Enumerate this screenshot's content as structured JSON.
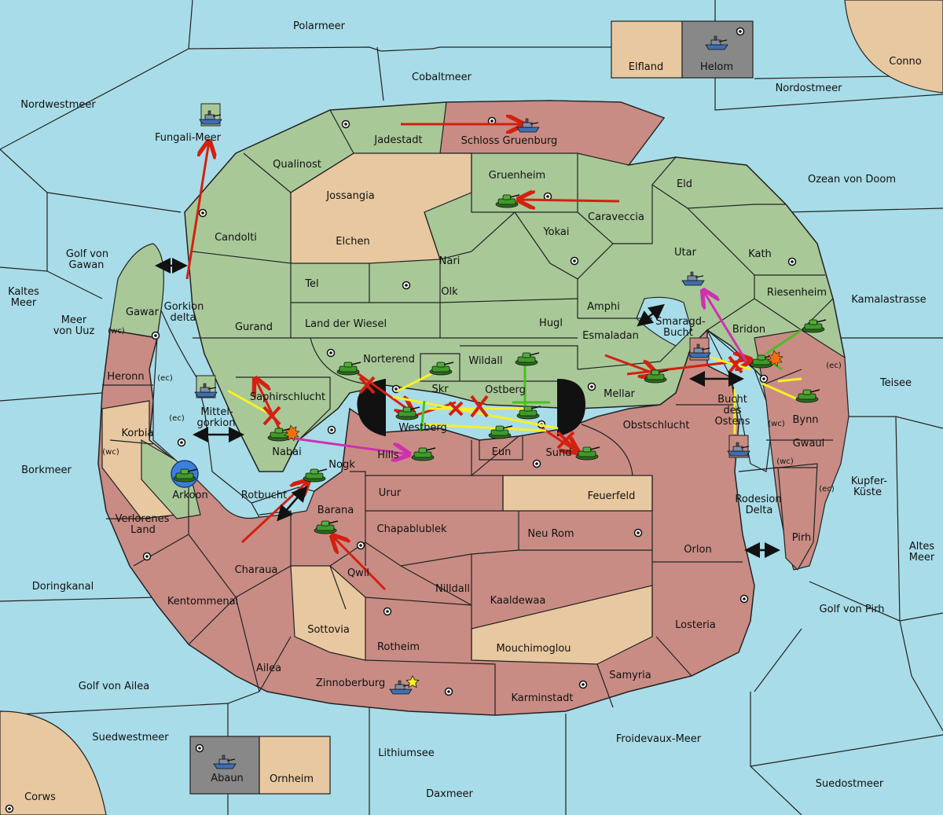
{
  "colors": {
    "sea": "#a8dce8",
    "neutral_land": "#e8c8a0",
    "green_power": "#a8c898",
    "red_power": "#c88c84",
    "grey_box": "#888888",
    "arrow_red": "#d42010",
    "arrow_yellow": "#f8f028",
    "arrow_green": "#48c020",
    "arrow_magenta": "#d030b0"
  },
  "icons": {
    "army": "tank-icon",
    "fleet": "battleship-icon",
    "supply": "supply-center-dot",
    "dislodged": "explosion-icon",
    "build": "star-icon"
  },
  "sea_labels": {
    "polarmeer": "Polarmeer",
    "cobaltmeer": "Cobaltmeer",
    "nordwestmeer": "Nordwestmeer",
    "fungali_meer": "Fungali-Meer",
    "nordostmeer": "Nordostmeer",
    "ozean_von_doom": "Ozean von Doom",
    "kamalastrasse": "Kamalastrasse",
    "golf_von_gawan_1": "Golf von",
    "golf_von_gawan_2": "Gawan",
    "kaltes_1": "Kaltes",
    "kaltes_2": "Meer",
    "uuz_1": "Meer",
    "uuz_2": "von Uuz",
    "gorkion_1": "Gorkion",
    "gorkion_2": "delta",
    "mittel_1": "Mittel-",
    "mittel_2": "gorkion",
    "borkmeer": "Borkmeer",
    "rotbucht": "Rotbucht",
    "smaragd_1": "Smaragd-",
    "smaragd_2": "Bucht",
    "bucht_1": "Bucht",
    "bucht_2": "des",
    "bucht_3": "Ostens",
    "teisee": "Teisee",
    "kupfer_1": "Kupfer-",
    "kupfer_2": "Küste",
    "rodesion_1": "Rodesion",
    "rodesion_2": "Delta",
    "altes_1": "Altes",
    "altes_2": "Meer",
    "golf_von_pirh": "Golf von Pirh",
    "doringkanal": "Doringkanal",
    "golf_von_ailea": "Golf von Ailea",
    "suedwestmeer": "Suedwestmeer",
    "lithiumsee": "Lithiumsee",
    "froidevaux": "Froidevaux-Meer",
    "suedostmeer": "Suedostmeer",
    "daxmeer": "Daxmeer",
    "corws": "Corws",
    "conno": "Conno"
  },
  "land_labels": {
    "elfland": "Elfland",
    "helom": "Helom",
    "abaun": "Abaun",
    "ornheim": "Ornheim",
    "jadestadt": "Jadestadt",
    "schloss": "Schloss Gruenburg",
    "qualinost": "Qualinost",
    "jossangia": "Jossangia",
    "gruenheim": "Gruenheim",
    "eld": "Eld",
    "candolti": "Candolti",
    "elchen": "Elchen",
    "nari": "Nari",
    "yokai": "Yokai",
    "caraveccia": "Caraveccia",
    "utar": "Utar",
    "kath": "Kath",
    "tel": "Tel",
    "olk": "Olk",
    "amphi": "Amphi",
    "riesenheim": "Riesenheim",
    "gawar": "Gawar",
    "gurand": "Gurand",
    "land_der_wiesel": "Land der Wiesel",
    "hugl": "Hugl",
    "esmaladan": "Esmaladan",
    "bridon": "Bridon",
    "heronn": "Heronn",
    "norterend": "Norterend",
    "wildall": "Wildall",
    "skr": "Skr",
    "saphirschlucht": "Saphirschlucht",
    "ostberg": "Ostberg",
    "mellar": "Mellar",
    "korbia": "Korbia",
    "westberg": "Westberg",
    "obstschlucht": "Obstschlucht",
    "bynn": "Bynn",
    "nabai": "Nabai",
    "hills": "Hills",
    "eun": "Eun",
    "sund": "Sund",
    "gwaul": "Gwaul",
    "arkoon": "Arkoon",
    "nogk": "Nogk",
    "urur": "Urur",
    "feuerfeld": "Feuerfeld",
    "verlorenes_1": "Verlorenes",
    "verlorenes_2": "Land",
    "barana": "Barana",
    "chapablublek": "Chapablublek",
    "neu_rom": "Neu Rom",
    "orlon": "Orlon",
    "pirh": "Pirh",
    "charaua": "Charaua",
    "qwil": "Qwil",
    "nilldall": "Nilldall",
    "kaaldewaa": "Kaaldewaa",
    "kentommenai": "Kentommenai",
    "losteria": "Losteria",
    "sottovia": "Sottovia",
    "rotheim": "Rotheim",
    "mouchimoglou": "Mouchimoglou",
    "ailea": "Ailea",
    "samyria": "Samyria",
    "zinnoberburg": "Zinnoberburg",
    "karminstadt": "Karminstadt"
  },
  "coast_tags": {
    "heronn_ec": "(ec)",
    "gawar_wc": "(wc)",
    "korbia_ec": "(ec)",
    "korbia_wc": "(wc)",
    "bynn_wc": "(wc)",
    "teisee_ec": "(ec)",
    "gwaul_wc": "(wc)",
    "pirh_ec": "(ec)"
  }
}
